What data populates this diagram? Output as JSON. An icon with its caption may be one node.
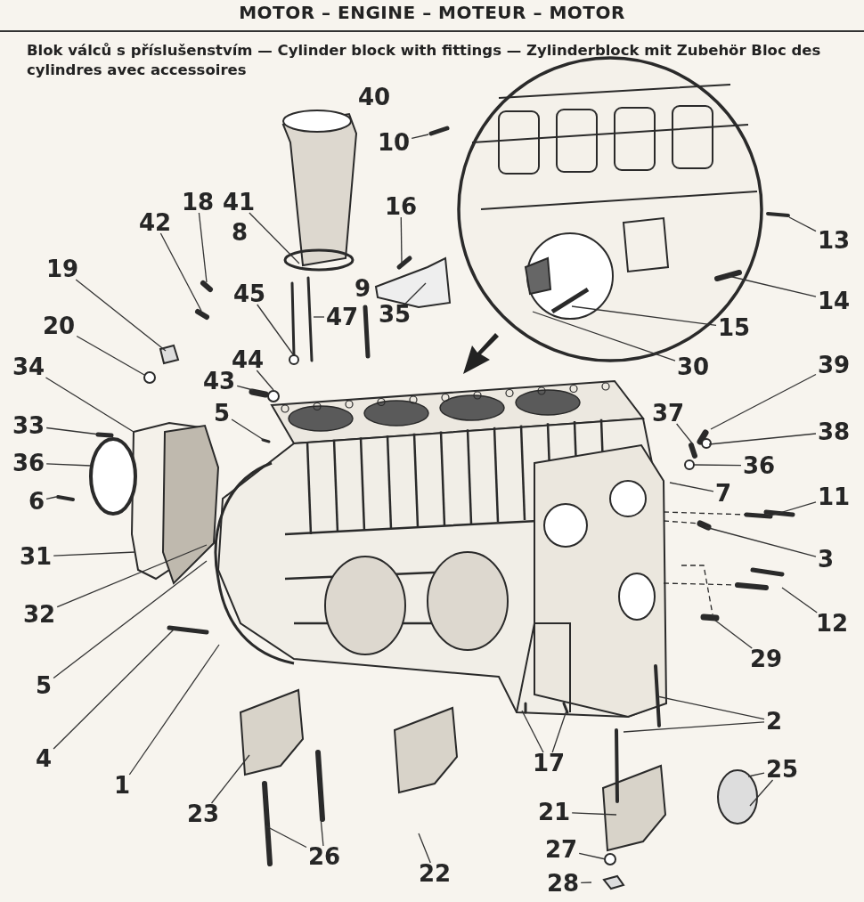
{
  "diagram": {
    "title": "MOTOR – ENGINE – MOTEUR – MOTOR",
    "nodes": [
      {
        "text": [
          "10"
        ]
      },
      {
        "text": [
          "16"
        ]
      },
      {
        "text": [
          "13"
        ]
      },
      {
        "text": [
          "14"
        ]
      },
      {
        "text": [
          "35"
        ]
      },
      {
        "text": [
          "15"
        ]
      },
      {
        "text": [
          "30"
        ]
      },
      {
        "text": [
          "41"
        ]
      },
      {
        "text": [
          "18"
        ]
      },
      {
        "text": [
          "42"
        ]
      },
      {
        "text": [
          "19"
        ]
      },
      {
        "text": [
          "45"
        ]
      },
      {
        "text": [
          "47"
        ]
      },
      {
        "text": [
          "20"
        ]
      },
      {
        "text": [
          "44"
        ]
      },
      {
        "text": [
          "43"
        ]
      },
      {
        "text": [
          "34"
        ]
      },
      {
        "text": [
          "5"
        ]
      },
      {
        "text": [
          "33"
        ]
      },
      {
        "text": [
          "36"
        ]
      },
      {
        "text": [
          "6"
        ]
      },
      {
        "text": [
          "31"
        ]
      },
      {
        "text": [
          "32"
        ]
      },
      {
        "text": [
          "5"
        ]
      },
      {
        "text": [
          "4"
        ]
      },
      {
        "text": [
          "1"
        ]
      },
      {
        "text": [
          "23"
        ]
      },
      {
        "text": [
          "26"
        ]
      },
      {
        "text": [
          "22"
        ]
      },
      {
        "text": [
          "17"
        ]
      },
      {
        "text": [
          "21"
        ]
      },
      {
        "text": [
          "27"
        ]
      },
      {
        "text": [
          "28"
        ]
      },
      {
        "text": [
          "25"
        ]
      },
      {
        "text": [
          "2"
        ]
      },
      {
        "text": [
          "29"
        ]
      },
      {
        "text": [
          "12"
        ]
      },
      {
        "text": [
          "3"
        ]
      },
      {
        "text": [
          "11"
        ]
      },
      {
        "text": [
          "7"
        ]
      },
      {
        "text": [
          "36"
        ]
      },
      {
        "text": [
          "38"
        ]
      },
      {
        "text": [
          "39"
        ]
      },
      {
        "text": [
          "37"
        ]
      }
    ],
    "edges": [
      {
        "from": 0,
        "to": null,
        "arrow": "none"
      },
      {
        "from": 1,
        "to": null,
        "arrow": "none"
      },
      {
        "from": 2,
        "to": null,
        "arrow": "none"
      },
      {
        "from": 3,
        "to": null,
        "arrow": "none"
      },
      {
        "from": 4,
        "to": null,
        "arrow": "none"
      },
      {
        "from": 5,
        "to": null,
        "arrow": "none"
      },
      {
        "from": 6,
        "to": null,
        "arrow": "none"
      },
      {
        "from": 7,
        "to": null,
        "arrow": "none"
      },
      {
        "from": 8,
        "to": null,
        "arrow": "none"
      },
      {
        "from": 9,
        "to": null,
        "arrow": "none"
      },
      {
        "from": 10,
        "to": null,
        "arrow": "none"
      },
      {
        "from": 11,
        "to": null,
        "arrow": "none"
      },
      {
        "from": 12,
        "to": null,
        "arrow": "none"
      },
      {
        "from": 13,
        "to": null,
        "arrow": "none"
      },
      {
        "from": 14,
        "to": null,
        "arrow": "none"
      },
      {
        "from": 15,
        "to": null,
        "arrow": "none"
      },
      {
        "from": 16,
        "to": null,
        "arrow": "none"
      },
      {
        "from": 17,
        "to": null,
        "arrow": "none"
      },
      {
        "from": 18,
        "to": null,
        "arrow": "none"
      },
      {
        "from": 19,
        "to": null,
        "arrow": "none"
      },
      {
        "from": 20,
        "to": null,
        "arrow": "none"
      },
      {
        "from": 21,
        "to": null,
        "arrow": "none"
      },
      {
        "from": 22,
        "to": null,
        "arrow": "none"
      },
      {
        "from": 23,
        "to": null,
        "arrow": "none"
      },
      {
        "from": 24,
        "to": null,
        "arrow": "none"
      },
      {
        "from": 25,
        "to": null,
        "arrow": "none"
      },
      {
        "from": 26,
        "to": null,
        "arrow": "none"
      },
      {
        "from": 27,
        "to": null,
        "arrow": "none"
      },
      {
        "from": 27,
        "to": null,
        "arrow": "none"
      },
      {
        "from": 28,
        "to": null,
        "arrow": "none"
      },
      {
        "from": 29,
        "to": null,
        "arrow": "none"
      },
      {
        "from": 29,
        "to": null,
        "arrow": "none"
      },
      {
        "from": 30,
        "to": null,
        "arrow": "none"
      },
      {
        "from": 31,
        "to": null,
        "arrow": "none"
      },
      {
        "from": 32,
        "to": null,
        "arrow": "none"
      },
      {
        "from": 33,
        "to": null,
        "arrow": "none"
      },
      {
        "from": 33,
        "to": null,
        "arrow": "none"
      },
      {
        "from": 34,
        "to": null,
        "arrow": "none"
      },
      {
        "from": 34,
        "to": null,
        "arrow": "none"
      },
      {
        "from": 35,
        "to": null,
        "arrow": "none"
      },
      {
        "from": 36,
        "to": null,
        "arrow": "none"
      },
      {
        "from": 37,
        "to": null,
        "arrow": "none"
      },
      {
        "from": 38,
        "to": null,
        "arrow": "none"
      },
      {
        "from": 39,
        "to": null,
        "arrow": "none"
      },
      {
        "from": 40,
        "to": null,
        "arrow": "none"
      },
      {
        "from": 41,
        "to": null,
        "arrow": "none"
      },
      {
        "from": 42,
        "to": null,
        "arrow": "none"
      },
      {
        "from": 43,
        "to": null,
        "arrow": "none"
      }
    ],
    "labels": [
      "Blok válců s příslušenstvím — Cylinder block with fittings — Zylinderblock mit Zubehör Bloc des cylindres avec accessoires",
      "40",
      "8",
      "9"
    ]
  }
}
